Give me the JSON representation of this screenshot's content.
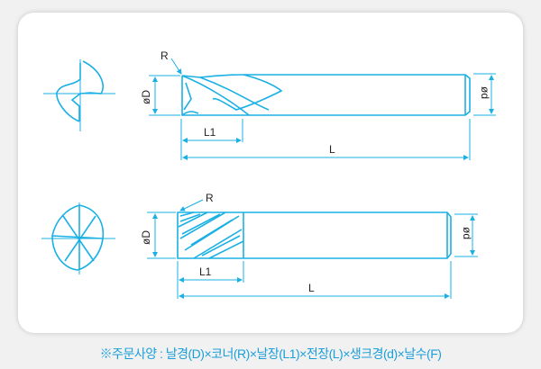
{
  "diagram_top": {
    "label_R": "R",
    "label_D": "øD",
    "label_d": "ød",
    "label_L1": "L1",
    "label_L": "L"
  },
  "diagram_bottom": {
    "label_R": "R",
    "label_D": "øD",
    "label_d": "ød",
    "label_L1": "L1",
    "label_L": "L"
  },
  "footer": {
    "order_spec": "※주문사양 : 날경(D)×코너(R)×날장(L1)×전장(L)×생크경(d)×날수(F)"
  },
  "colors": {
    "line": "#1ab0e4",
    "footer": "#1a9fd8"
  }
}
